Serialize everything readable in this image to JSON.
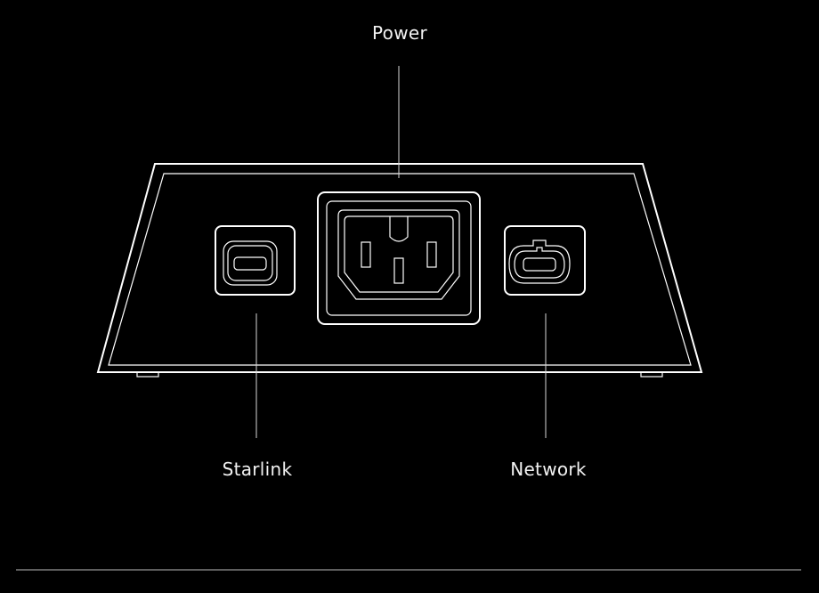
{
  "labels": {
    "power": "Power",
    "starlink": "Starlink",
    "network": "Network"
  },
  "colors": {
    "background": "#000000",
    "line": "#ffffff",
    "text": "#f2f2f2"
  }
}
